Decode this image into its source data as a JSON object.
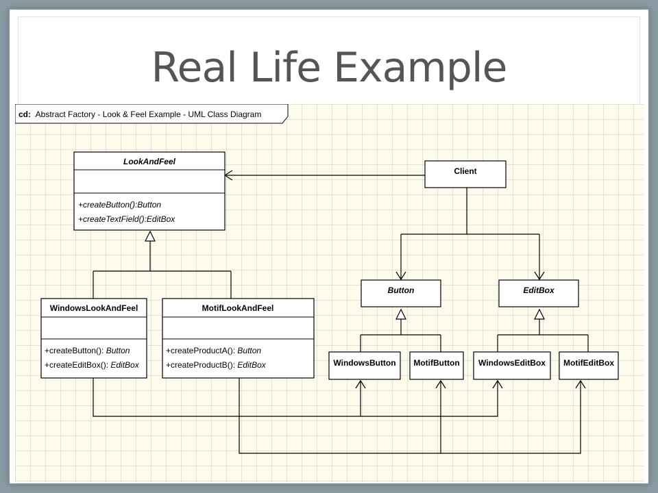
{
  "slide": {
    "title": "Real Life Example"
  },
  "diagram": {
    "frame_kind": "cd:",
    "frame_label": "Abstract Factory - Look & Feel Example - UML Class Diagram",
    "colors": {
      "grid_background": "#fdfcec",
      "grid_line": "#c9c9c0",
      "line": "#000000",
      "class_fill": "#ffffff"
    },
    "classes": {
      "look_and_feel": {
        "name": "LookAndFeel",
        "operations": [
          "+createButton():Button",
          "+createTextField():EditBox"
        ]
      },
      "client": {
        "name": "Client"
      },
      "windows_look_and_feel": {
        "name": "WindowsLookAndFeel",
        "ops": [
          {
            "prefix": "+createButton(): ",
            "type": "Button"
          },
          {
            "prefix": "+createEditBox(): ",
            "type": "EditBox"
          }
        ]
      },
      "motif_look_and_feel": {
        "name": "MotifLookAndFeel",
        "ops": [
          {
            "prefix": "+createProductA(): ",
            "type": "Button"
          },
          {
            "prefix": "+createProductB(): ",
            "type": "EditBox"
          }
        ]
      },
      "button": {
        "name": "Button"
      },
      "edit_box": {
        "name": "EditBox"
      },
      "windows_button": {
        "name": "WindowsButton"
      },
      "motif_button": {
        "name": "MotifButton"
      },
      "windows_edit_box": {
        "name": "WindowsEditBox"
      },
      "motif_edit_box": {
        "name": "MotifEditBox"
      }
    }
  }
}
